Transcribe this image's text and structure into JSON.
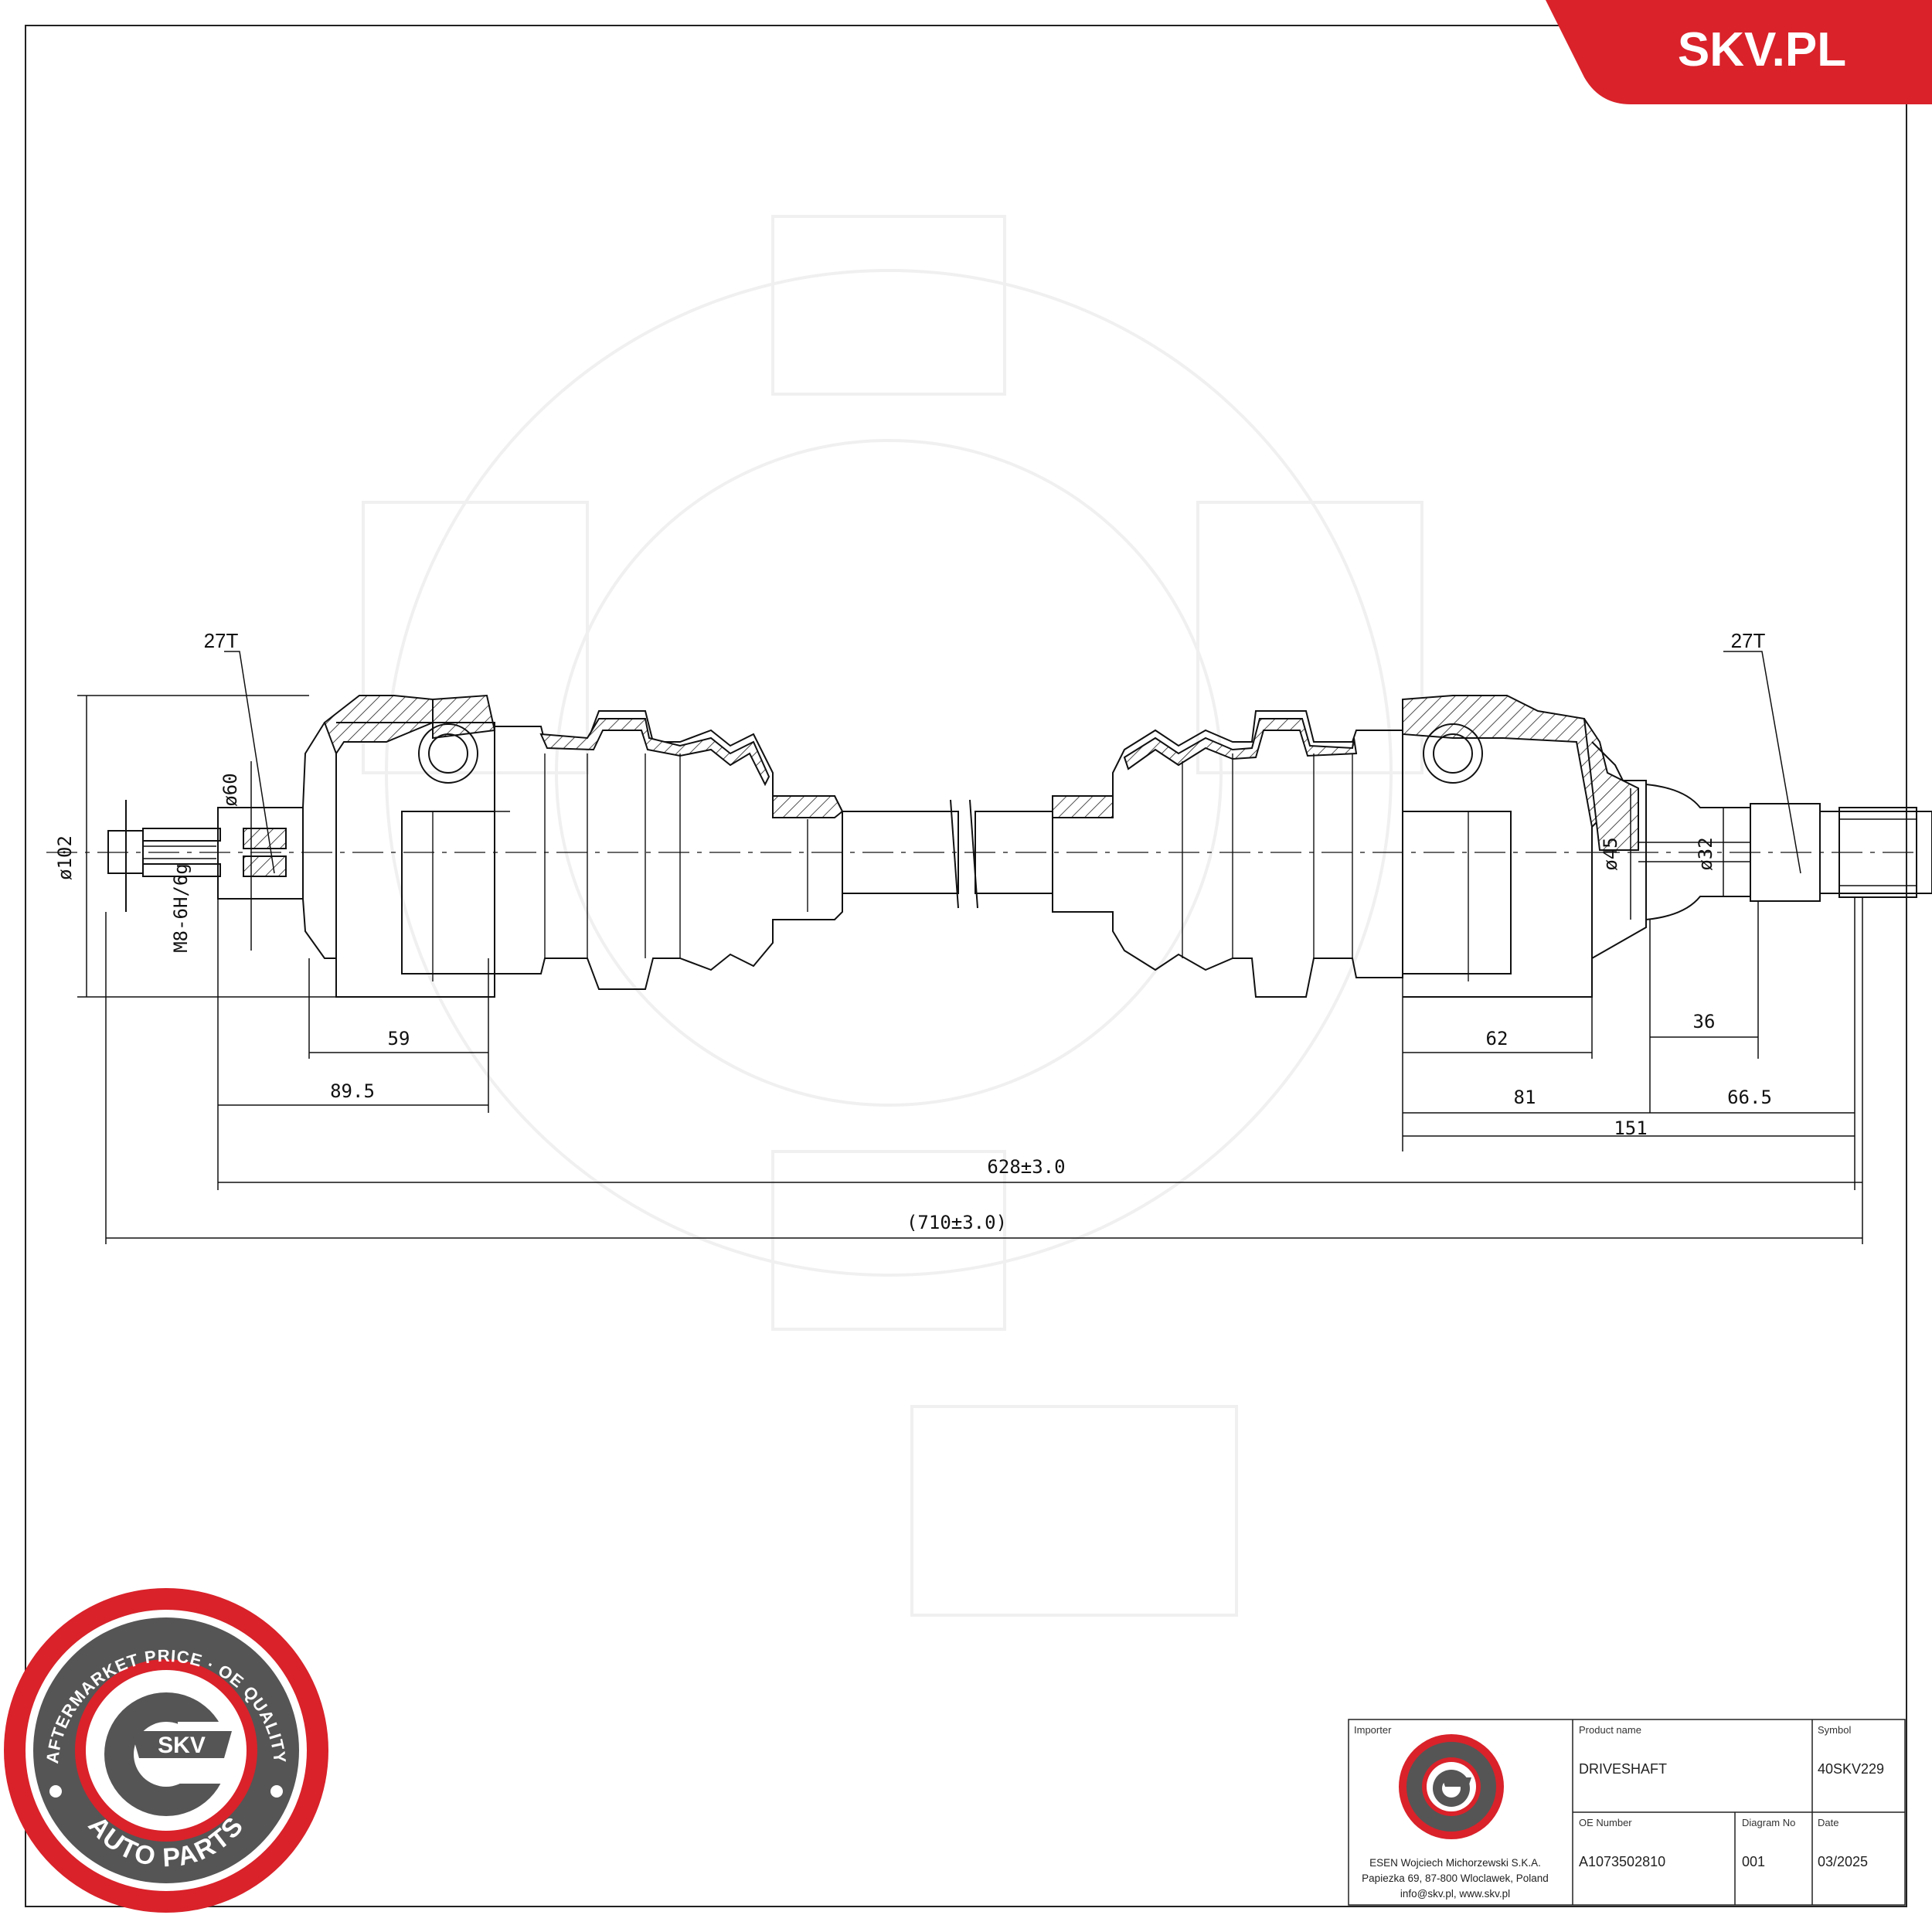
{
  "brand": {
    "site": "SKV.PL",
    "accent": "#d9222a"
  },
  "seal": {
    "ring_text": "AFTERMARKET PRICE · OE QUALITY",
    "center_text": "SKV",
    "bottom_text": "AUTO PARTS"
  },
  "drawing": {
    "splines_left": "27T",
    "splines_right": "27T",
    "dia_102": "ø102",
    "dia_60": "ø60",
    "thread": "M8-6H/6g",
    "dia_45": "ø45",
    "dia_32": "ø32",
    "dim_59": "59",
    "dim_89_5": "89.5",
    "dim_62": "62",
    "dim_36": "36",
    "dim_81": "81",
    "dim_66_5": "66.5",
    "dim_151": "151",
    "dim_628": "628±3.0",
    "dim_710": "(710±3.0)"
  },
  "title_block": {
    "importer_label": "Importer",
    "importer_line1": "ESEN Wojciech Michorzewski S.K.A.",
    "importer_line2": "Papiezka 69, 87-800 Wloclawek,  Poland",
    "importer_line3": "info@skv.pl, www.skv.pl",
    "product_name_label": "Product name",
    "product_name": "DRIVESHAFT",
    "symbol_label": "Symbol",
    "symbol": "40SKV229",
    "oe_label": "OE Number",
    "oe_number": "A1073502810",
    "diagram_no_label": "Diagram No",
    "diagram_no": "001",
    "date_label": "Date",
    "date": "03/2025"
  }
}
